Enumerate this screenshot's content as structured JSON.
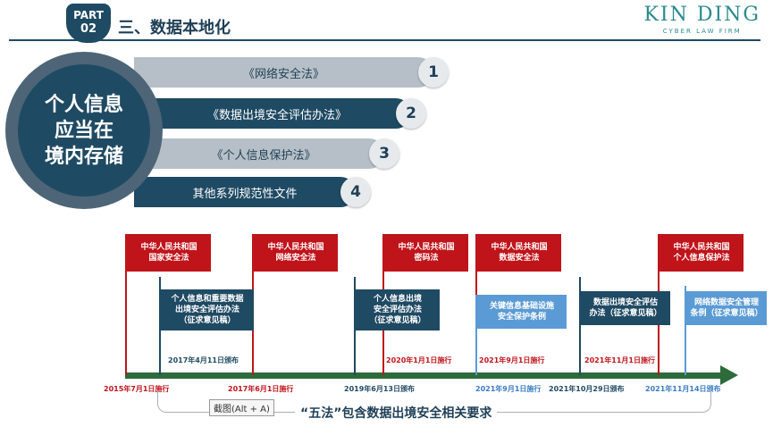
{
  "header": {
    "part_label": "PART",
    "part_number": "02",
    "section_title": "三、数据本地化",
    "logo_name": "KIN DING",
    "logo_tagline": "CYBER LAW FIRM"
  },
  "circle_text": "个人信息\n应当在\n境内存储",
  "laws": [
    {
      "label": "《网络安全法》",
      "number": "1"
    },
    {
      "label": "《数据出境安全评估办法》",
      "number": "2"
    },
    {
      "label": "《个人信息保护法》",
      "number": "3"
    },
    {
      "label": "其他系列规范性文件",
      "number": "4"
    }
  ],
  "timeline": {
    "red_flags": [
      {
        "title": "中华人民共和国\n国家安全法",
        "date": "2015年7月1日施行"
      },
      {
        "title": "中华人民共和国\n网络安全法",
        "date": "2017年6月1日施行"
      },
      {
        "title": "中华人民共和国\n密码法",
        "date": "2020年1月1日施行"
      },
      {
        "title": "中华人民共和国\n数据安全法",
        "date": "2021年9月1日施行"
      },
      {
        "title": "中华人民共和国\n个人信息保护法",
        "date": "2021年11月1日施行"
      }
    ],
    "navy_flags": [
      {
        "title": "个人信息和重要数据\n出境安全评估办法\n（征求意见稿）",
        "date": "2017年4月11日颁布"
      },
      {
        "title": "个人信息出境\n安全评估办法\n（征求意见稿）",
        "date": "2019年6月13日颁布"
      },
      {
        "title": "数据出境安全评估\n办法（征求意见稿）",
        "date": "2021年10月29日颁布"
      }
    ],
    "blue_flags": [
      {
        "title": "关键信息基础设施\n安全保护条例",
        "date": "2021年9月1日施行"
      },
      {
        "title": "网络数据安全管理\n条例（征求意见稿）",
        "date": "2021年11月14日颁布"
      }
    ]
  },
  "tooltip": "截图(Alt + A)",
  "bottom_title": "“五法”包含数据出境安全相关要求",
  "colors": {
    "navy": "#1f4a63",
    "red": "#c0141b",
    "blue": "#5b9bd5",
    "green": "#2e6b3a",
    "gray": "#b6bfc7"
  }
}
